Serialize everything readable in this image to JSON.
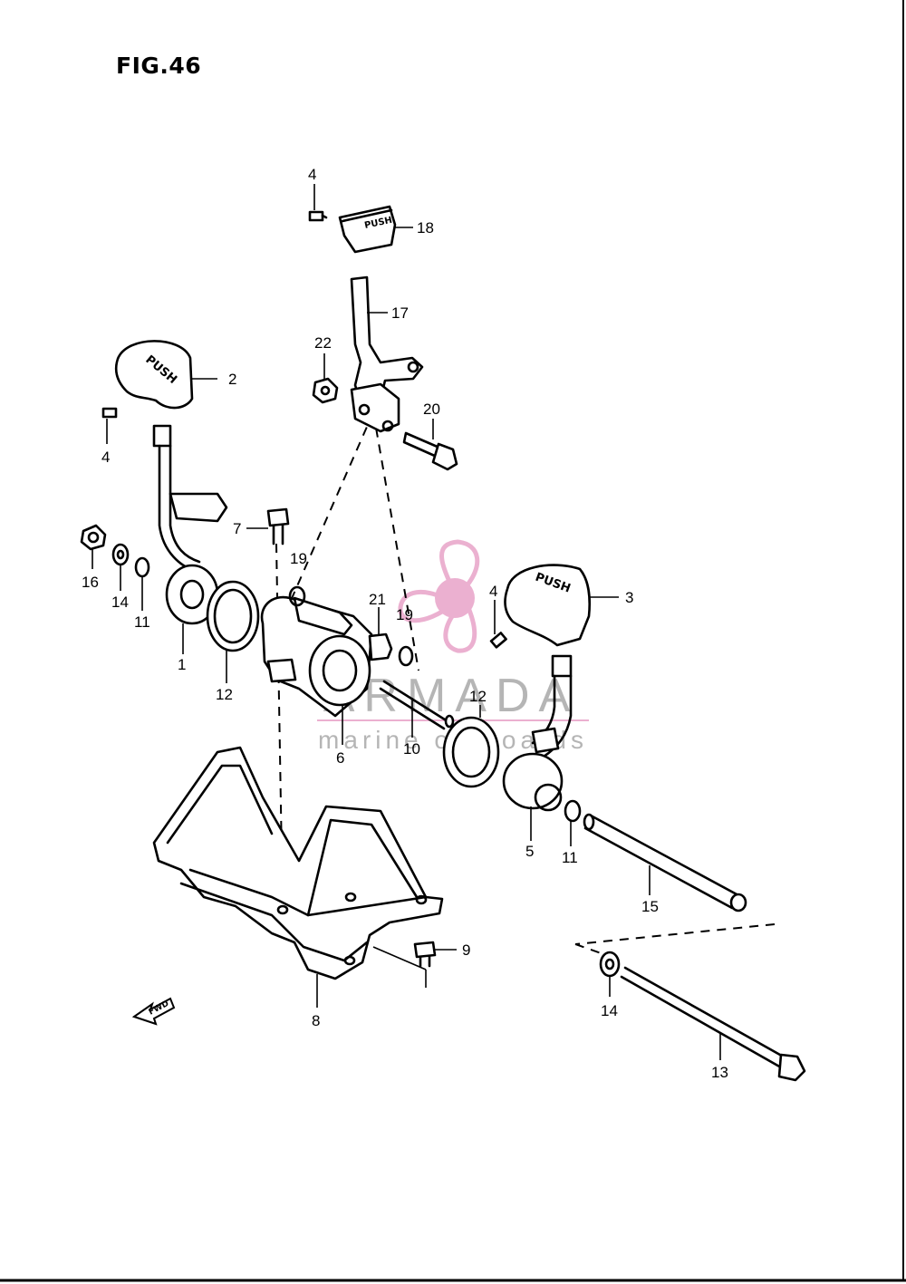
{
  "figure": {
    "title": "FIG.46"
  },
  "callouts": [
    {
      "id": "c4a",
      "label": "4"
    },
    {
      "id": "c18",
      "label": "18"
    },
    {
      "id": "c17",
      "label": "17"
    },
    {
      "id": "c22",
      "label": "22"
    },
    {
      "id": "c2",
      "label": "2"
    },
    {
      "id": "c4b",
      "label": "4"
    },
    {
      "id": "c20",
      "label": "20"
    },
    {
      "id": "c7",
      "label": "7"
    },
    {
      "id": "c19a",
      "label": "19"
    },
    {
      "id": "c16",
      "label": "16"
    },
    {
      "id": "c14a",
      "label": "14"
    },
    {
      "id": "c11a",
      "label": "11"
    },
    {
      "id": "c1",
      "label": "1"
    },
    {
      "id": "c12a",
      "label": "12"
    },
    {
      "id": "c21",
      "label": "21"
    },
    {
      "id": "c19b",
      "label": "19"
    },
    {
      "id": "c4c",
      "label": "4"
    },
    {
      "id": "c3",
      "label": "3"
    },
    {
      "id": "c6",
      "label": "6"
    },
    {
      "id": "c10",
      "label": "10"
    },
    {
      "id": "c12b",
      "label": "12"
    },
    {
      "id": "c5",
      "label": "5"
    },
    {
      "id": "c11b",
      "label": "11"
    },
    {
      "id": "c15",
      "label": "15"
    },
    {
      "id": "c9",
      "label": "9"
    },
    {
      "id": "c8",
      "label": "8"
    },
    {
      "id": "c14b",
      "label": "14"
    },
    {
      "id": "c13",
      "label": "13"
    }
  ],
  "knob_text": "PUSH",
  "fwd_text": "FWD",
  "watermark": {
    "brand": "ARMADA",
    "tagline": "marine outboards",
    "color": "#e8a3c8"
  }
}
